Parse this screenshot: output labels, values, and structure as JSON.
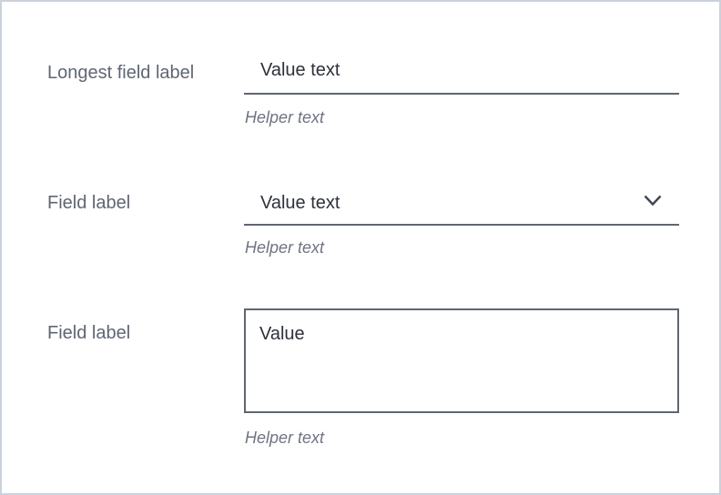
{
  "colors": {
    "page_border": "#ccd2db",
    "field_line": "#5f6672",
    "label_text": "#5e6673",
    "value_text": "#2d313a",
    "helper_text": "#6e7480",
    "chevron": "#3e4552"
  },
  "form": {
    "fields": [
      {
        "type": "text",
        "label": "Longest field label",
        "value": "Value text",
        "helper": "Helper text"
      },
      {
        "type": "select",
        "label": "Field label",
        "value": "Value text",
        "helper": "Helper text",
        "icon": "chevron-down-icon"
      },
      {
        "type": "textarea",
        "label": "Field label",
        "value": "Value",
        "helper": "Helper text"
      }
    ]
  }
}
